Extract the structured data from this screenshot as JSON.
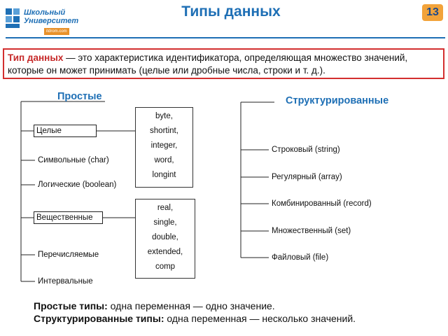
{
  "header": {
    "logo_line1": "Школьный",
    "logo_line2": "Университет",
    "logo_site": "itdrom.com",
    "title": "Типы данных",
    "page_number": "13"
  },
  "definition": {
    "term": "Тип данных",
    "text": " — это характеристика идентификатора, определяющая множество значений, которые он может принимать (целые или дробные числа, строки и т. д.)."
  },
  "simple": {
    "title": "Простые",
    "items": [
      "Целые",
      "Символьные (char)",
      "Логические (boolean)",
      "Вещественные",
      "Перечисляемые",
      "Интервальные"
    ],
    "integer_types": [
      "byte,",
      "shortint,",
      "integer,",
      "word,",
      "longint"
    ],
    "real_types": [
      "real,",
      "single,",
      "double,",
      "extended,",
      "comp"
    ]
  },
  "structured": {
    "title": "Структурированные",
    "items": [
      "Строковый (string)",
      "Регулярный (array)",
      "Комбинированный (record)",
      "Множественный (set)",
      "Файловый  (file)"
    ]
  },
  "summary": {
    "line1_bold": "Простые типы:",
    "line1_text": " одна переменная — одно значение.",
    "line2_bold": "Структурированные типы:",
    "line2_text": " одна переменная — несколько значений."
  }
}
